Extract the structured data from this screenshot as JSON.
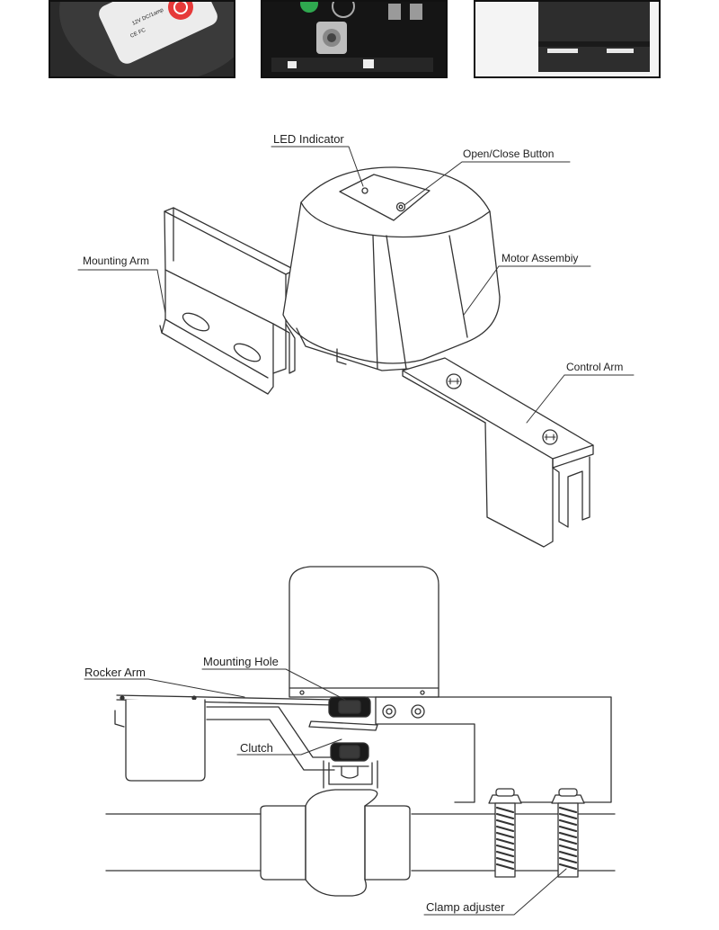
{
  "photo_strip": {
    "left_photo_text": [
      "12V DC/1amp",
      "CE FC"
    ]
  },
  "diagram_top": {
    "labels": {
      "led_indicator": "LED Indicator",
      "open_close_button": "Open/Close Button",
      "mounting_arm": "Mounting Arm",
      "motor_assembly": "Motor Assembiy",
      "control_arm": "Control Arm"
    }
  },
  "diagram_bottom": {
    "labels": {
      "rocker_arm": "Rocker Arm",
      "mounting_hole": "Mounting Hole",
      "clutch": "Clutch",
      "clamp_adjuster": "Clamp adjuster"
    }
  }
}
